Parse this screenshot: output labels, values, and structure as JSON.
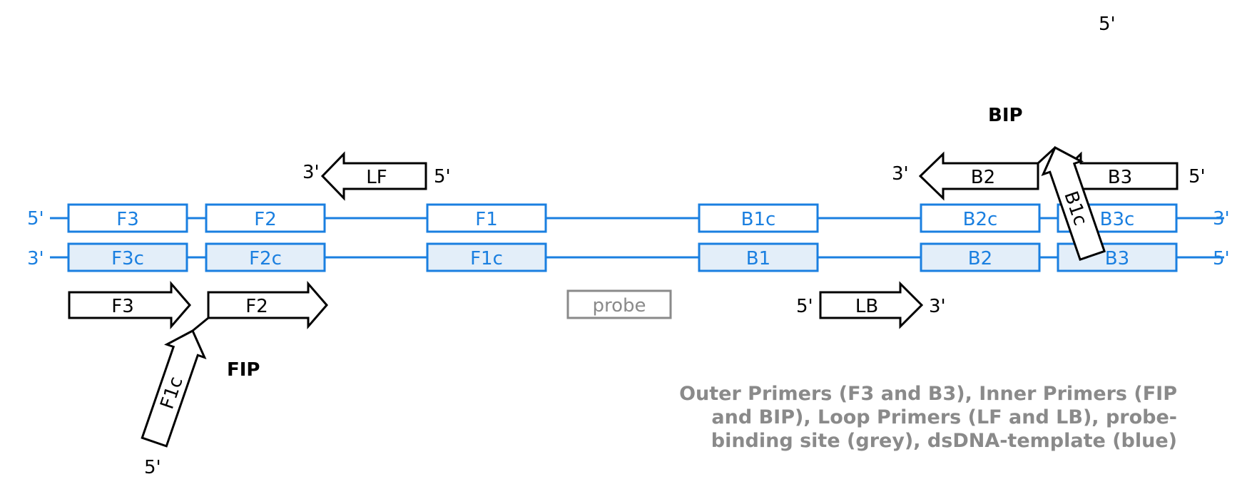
{
  "colors": {
    "template": "#1a7fe0",
    "template_fill_bottom": "#e3eef9",
    "primer": "#000000",
    "probe": "#8a8a8a"
  },
  "strands": {
    "top": {
      "left_end": "5'",
      "right_end": "3'",
      "regions": [
        "F3",
        "F2",
        "F1",
        "B1c",
        "B2c",
        "B3c"
      ]
    },
    "bottom": {
      "left_end": "3'",
      "right_end": "5'",
      "regions": [
        "F3c",
        "F2c",
        "F1c",
        "B1",
        "B2",
        "B3"
      ]
    }
  },
  "primers": {
    "f3": {
      "label": "F3"
    },
    "f2": {
      "label": "F2"
    },
    "f1c": {
      "label": "F1c",
      "end": "5'"
    },
    "fip": {
      "label": "FIP"
    },
    "lf": {
      "label": "LF",
      "left_end": "3'",
      "right_end": "5'"
    },
    "b2": {
      "label": "B2",
      "left_end": "3'"
    },
    "b3": {
      "label": "B3",
      "right_end": "5'"
    },
    "b1c": {
      "label": "B1c",
      "end": "5'"
    },
    "bip": {
      "label": "BIP"
    },
    "lb": {
      "label": "LB",
      "left_end": "5'",
      "right_end": "3'"
    }
  },
  "probe": {
    "label": "probe"
  },
  "caption": [
    "Outer Primers (F3 and B3), Inner Primers (FIP",
    "and BIP), Loop Primers (LF and LB), probe-",
    "binding site (grey), dsDNA-template (blue)"
  ]
}
